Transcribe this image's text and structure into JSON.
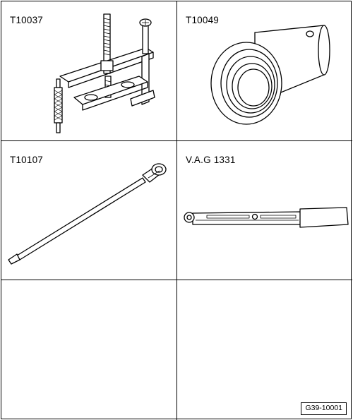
{
  "tools": [
    {
      "number": "T10037",
      "icon": "puller-tool-icon"
    },
    {
      "number": "T10049",
      "icon": "sleeve-tool-icon"
    },
    {
      "number": "T10107",
      "icon": "extension-bit-icon"
    },
    {
      "number": "V.A.G 1331",
      "icon": "torque-wrench-icon"
    }
  ],
  "empty_cells": 2,
  "figure_ref": "G39-10001"
}
